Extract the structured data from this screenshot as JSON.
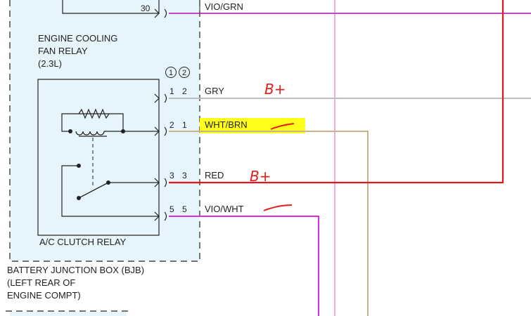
{
  "bjb": {
    "label_lines": [
      "BATTERY JUNCTION BOX (BJB)",
      "(LEFT REAR OF",
      "ENGINE COMPT)"
    ]
  },
  "fan_relay": {
    "label_lines": [
      "ENGINE COOLING",
      "FAN RELAY",
      "(2.3L)"
    ],
    "pin": "30"
  },
  "ac_relay": {
    "label": "A/C CLUTCH RELAY"
  },
  "config_markers": [
    "1",
    "2"
  ],
  "wires": [
    {
      "pins": [
        "1",
        "2"
      ],
      "color_name": "GRY",
      "hex": "#bdbdbd"
    },
    {
      "pins": [
        "2",
        "1"
      ],
      "color_name": "WHT/BRN",
      "hex": "#c8b48c"
    },
    {
      "pins": [
        "3",
        "3"
      ],
      "color_name": "RED",
      "hex": "#e8141b"
    },
    {
      "pins": [
        "5",
        "5"
      ],
      "color_name": "VIO/WHT",
      "hex": "#e02ce0"
    }
  ],
  "top_wire": {
    "color_name": "VIO/GRN",
    "hex": "#c246c2"
  },
  "annotations": {
    "gry": "B+",
    "red": "B+"
  },
  "colors": {
    "box_fill": "#e6f4fb",
    "highlight": "#ffff1a",
    "annotation": "#e0201a"
  }
}
